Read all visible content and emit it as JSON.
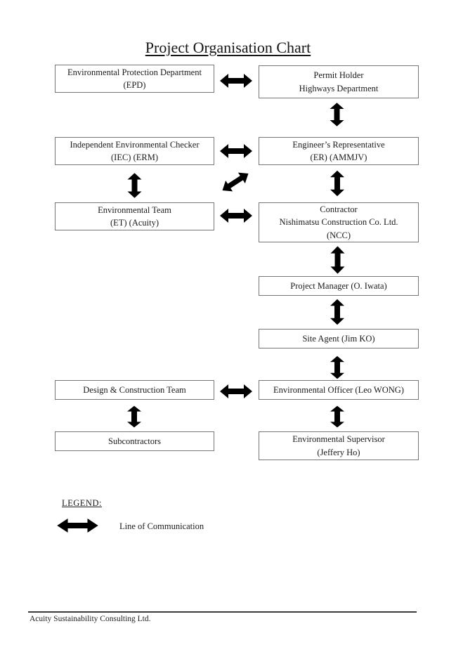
{
  "title": "Project Organisation Chart",
  "boxes": {
    "epd": {
      "label": [
        "Environmental Protection Department",
        "(EPD)"
      ]
    },
    "permit_holder": {
      "label": [
        "Permit Holder",
        "Highways Department"
      ]
    },
    "iec": {
      "label": [
        "Independent Environmental Checker",
        "(IEC) (ERM)"
      ]
    },
    "er": {
      "label": [
        "Engineer’s Representative",
        "(ER) (AMMJV)"
      ]
    },
    "et": {
      "label": [
        "Environmental Team",
        "(ET) (Acuity)"
      ]
    },
    "contractor": {
      "label": [
        "Contractor",
        "Nishimatsu Construction Co. Ltd.",
        "(NCC)"
      ]
    },
    "project_manager": {
      "label": [
        "Project Manager (O. Iwata)"
      ]
    },
    "site_agent": {
      "label": [
        "Site Agent (Jim KO)"
      ]
    },
    "design_construction_team": {
      "label": [
        "Design & Construction Team"
      ]
    },
    "environmental_officer": {
      "label": [
        "Environmental Officer (Leo WONG)"
      ]
    },
    "subcontractors": {
      "label": [
        "Subcontractors"
      ]
    },
    "environmental_supervisor": {
      "label": [
        "Environmental Supervisor",
        "(Jeffery Ho)"
      ]
    }
  },
  "connections": [
    {
      "from": "epd",
      "to": "permit_holder",
      "type": "line-of-communication"
    },
    {
      "from": "permit_holder",
      "to": "er",
      "type": "line-of-communication"
    },
    {
      "from": "iec",
      "to": "er",
      "type": "line-of-communication"
    },
    {
      "from": "iec",
      "to": "et",
      "type": "line-of-communication"
    },
    {
      "from": "et",
      "to": "er",
      "type": "line-of-communication"
    },
    {
      "from": "er",
      "to": "contractor",
      "type": "line-of-communication"
    },
    {
      "from": "et",
      "to": "contractor",
      "type": "line-of-communication"
    },
    {
      "from": "contractor",
      "to": "project_manager",
      "type": "line-of-communication"
    },
    {
      "from": "project_manager",
      "to": "site_agent",
      "type": "line-of-communication"
    },
    {
      "from": "site_agent",
      "to": "environmental_officer",
      "type": "line-of-communication"
    },
    {
      "from": "design_construction_team",
      "to": "environmental_officer",
      "type": "line-of-communication"
    },
    {
      "from": "design_construction_team",
      "to": "subcontractors",
      "type": "line-of-communication"
    },
    {
      "from": "environmental_officer",
      "to": "environmental_supervisor",
      "type": "line-of-communication"
    }
  ],
  "legend": {
    "heading": "LEGEND:",
    "arrow_icon": "double-arrow-icon",
    "arrow_meaning": "Line of Communication"
  },
  "footer": {
    "company": "Acuity Sustainability Consulting Ltd."
  },
  "colors": {
    "background": "#ffffff",
    "box_border": "#767676",
    "text": "#1a1a1a",
    "arrow_stroke": "#121212"
  }
}
